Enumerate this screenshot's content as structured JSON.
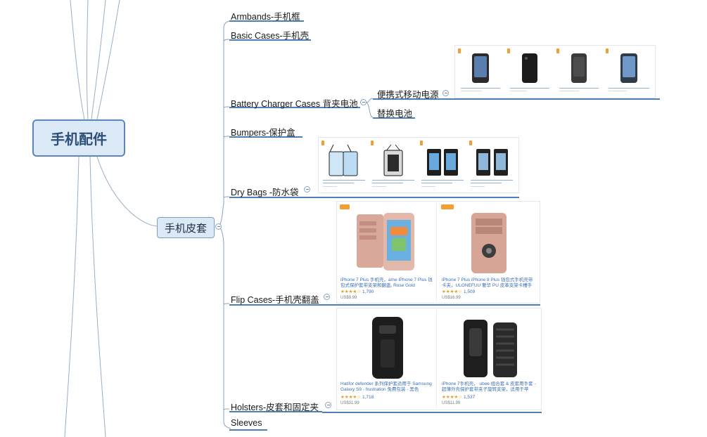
{
  "root": {
    "label": "手机配件"
  },
  "sub": {
    "label": "手机皮套"
  },
  "topics": [
    {
      "label": "Armbands-手机框"
    },
    {
      "label": "Basic Cases-手机壳"
    },
    {
      "label": "Battery Charger Cases 背夹电池"
    },
    {
      "label": "Bumpers-保护盒"
    },
    {
      "label": "Dry Bags -防水袋"
    },
    {
      "label": "Flip Cases-手机壳翻盖"
    },
    {
      "label": "Holsters-皮套和固定夹"
    },
    {
      "label": "Sleeves"
    }
  ],
  "battery_children": [
    {
      "label": "便携式移动电源"
    },
    {
      "label": "替换电池"
    }
  ],
  "flip_products": [
    {
      "caption": "iPhone 7 Plus 手机壳，ame iPhone 7 Plus 钱包式保护套带支架和翻盖, Rose Gold",
      "rating": "★★★★☆",
      "count": "1,790",
      "price": "US$9.99"
    },
    {
      "caption": "iPhone 7 Plus iPhone 8 Plus 钱包式手机壳带卡夹，ULONEFUU 奢华 PU 皮革支架卡槽手机",
      "rating": "★★★★☆",
      "count": "1,509",
      "price": "US$16.99"
    }
  ],
  "holster_products": [
    {
      "caption": "Hatifor defender 系列保护套适用于 Samsung Galaxy S9 - frustration 免費包装 - 黑色",
      "rating": "★★★★☆",
      "count": "1,718",
      "price": "US$31.99"
    },
    {
      "caption": "iPhone 7手机壳， ubee 组合套 & 皮套用手套 - 超薄外壳保护套带夹子旋转支架，适用于苹",
      "rating": "★★★★☆",
      "count": "1,537",
      "price": "US$11.99"
    }
  ]
}
